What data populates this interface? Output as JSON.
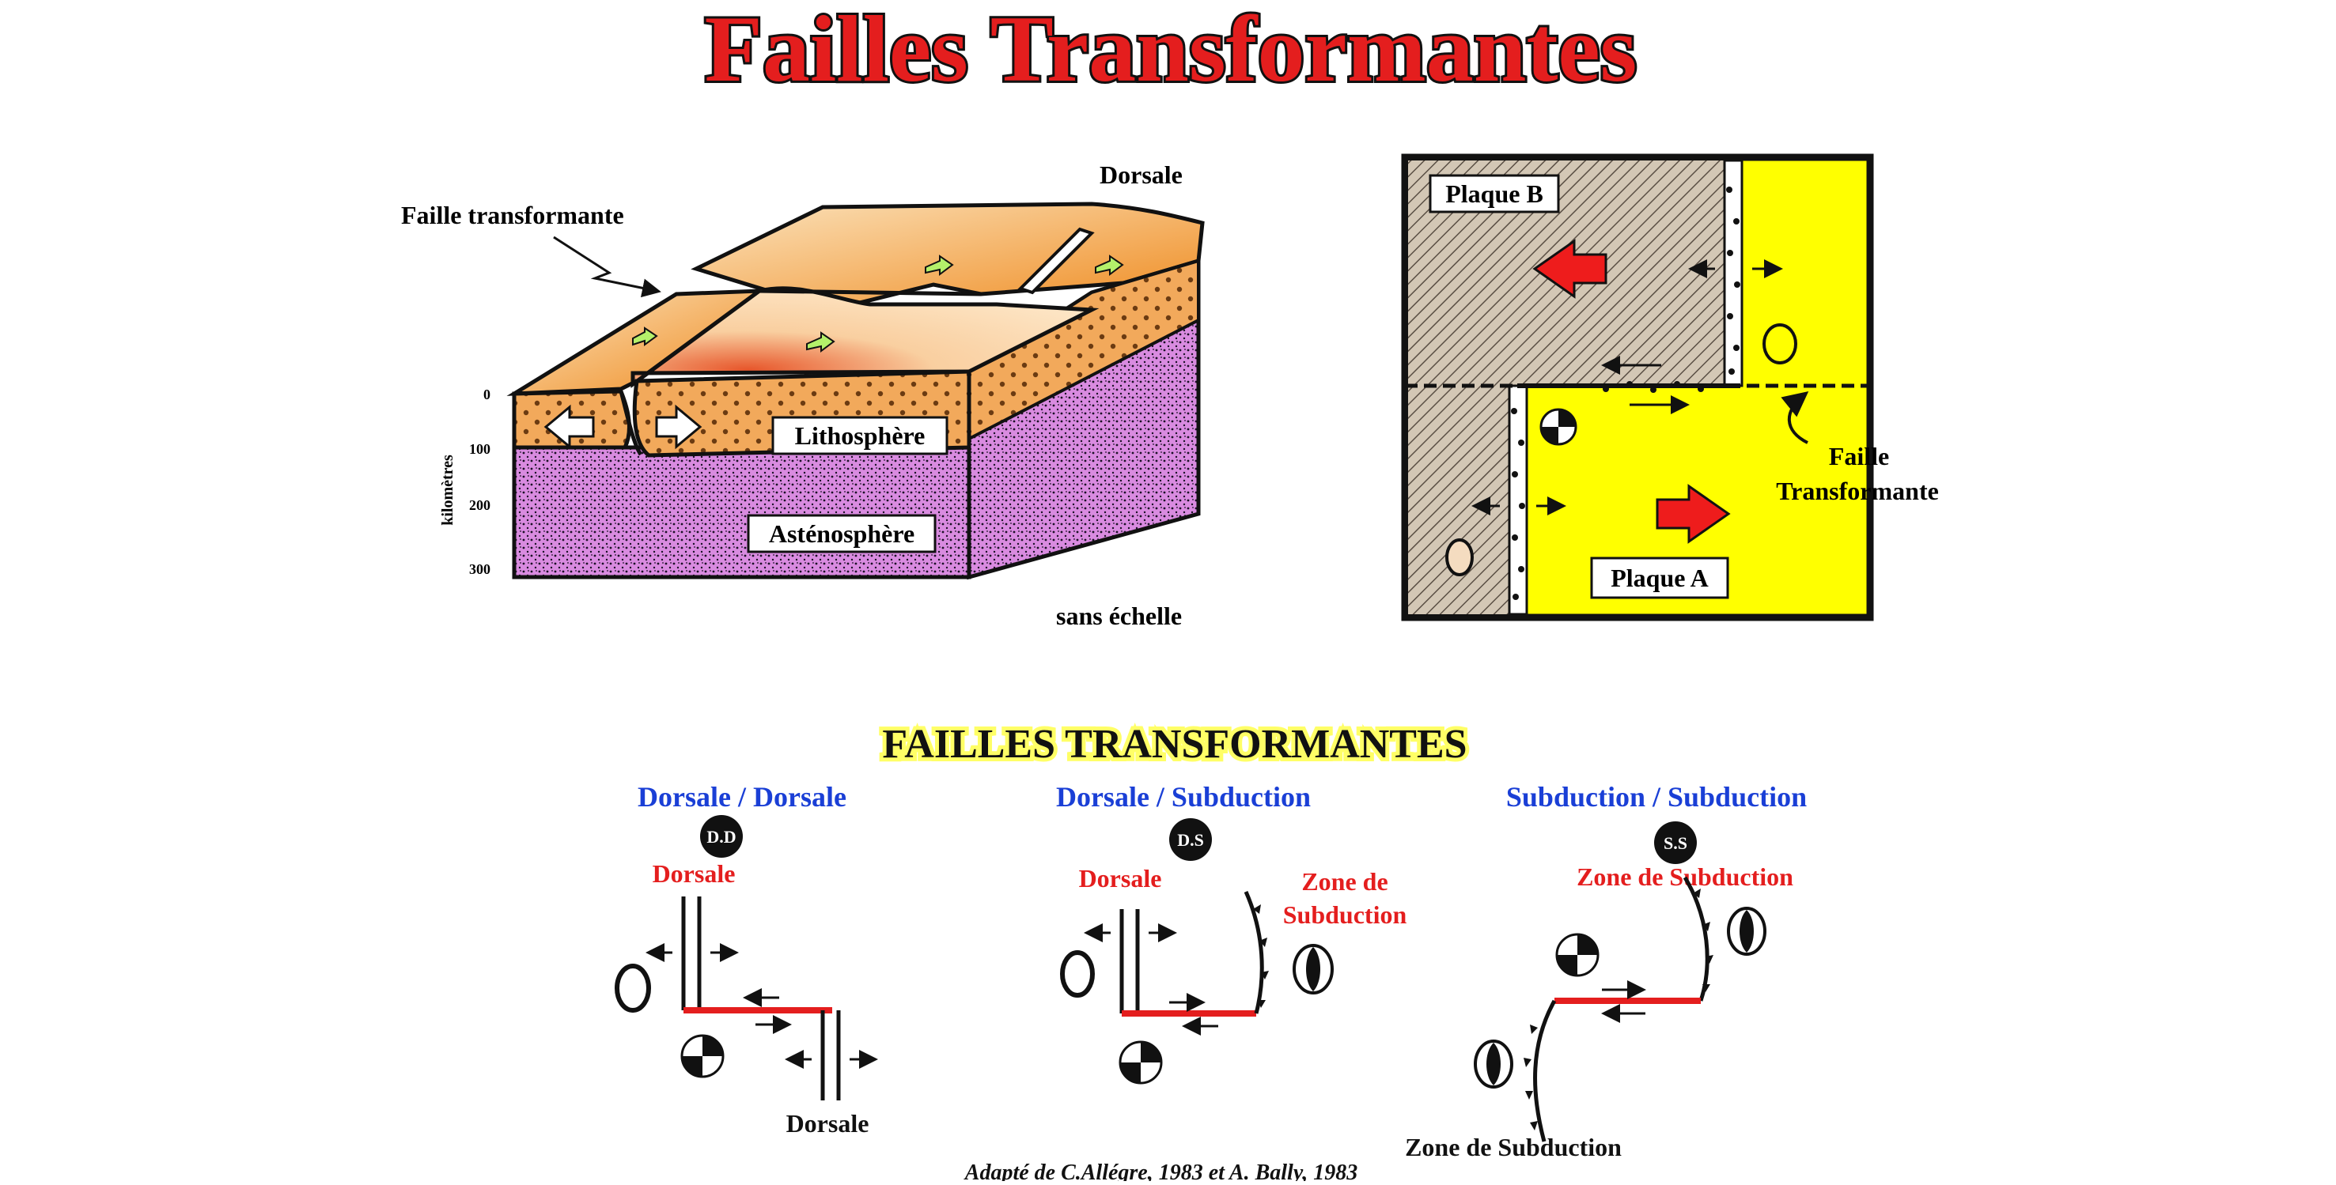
{
  "title": "Failles Transformantes",
  "block_diagram": {
    "faille_label": "Faille transformante",
    "dorsale_label": "Dorsale",
    "lithosphere": "Lithosphère",
    "asthenosphere": "Asténosphère",
    "depth_axis_label": "kilomètres",
    "depth_ticks": [
      "0",
      "100",
      "200",
      "300"
    ],
    "scale_note": "sans échelle"
  },
  "plate_map": {
    "plate_b": "Plaque B",
    "plate_a": "Plaque A",
    "fault_label_1": "Faille",
    "fault_label_2": "Transformante"
  },
  "section2": {
    "title": "FAILLES TRANSFORMANTES",
    "types": [
      {
        "heading": "Dorsale / Dorsale",
        "badge": "D.D",
        "labels": [
          "Dorsale",
          "Dorsale"
        ]
      },
      {
        "heading": "Dorsale / Subduction",
        "badge": "D.S",
        "labels": [
          "Dorsale",
          "Zone de",
          "Subduction"
        ]
      },
      {
        "heading": "Subduction / Subduction",
        "badge": "S.S",
        "labels": [
          "Zone de Subduction",
          "Zone de Subduction"
        ]
      }
    ],
    "credit": "Adapté de C.Allégre, 1983 et A. Bally, 1983"
  },
  "colors": {
    "title_red": "#e41e1e",
    "heading_blue": "#1a3fd6",
    "label_red": "#e41e1e",
    "lithosphere_orange": "#f2a95b",
    "asthenosphere_purple": "#d98be0",
    "plate_a_yellow": "#ffff00",
    "plate_b_grey": "#c9bba8",
    "fault_red": "#e41e1e",
    "arrow_red": "#ee1c1c",
    "arrow_green": "#b4f06a"
  }
}
